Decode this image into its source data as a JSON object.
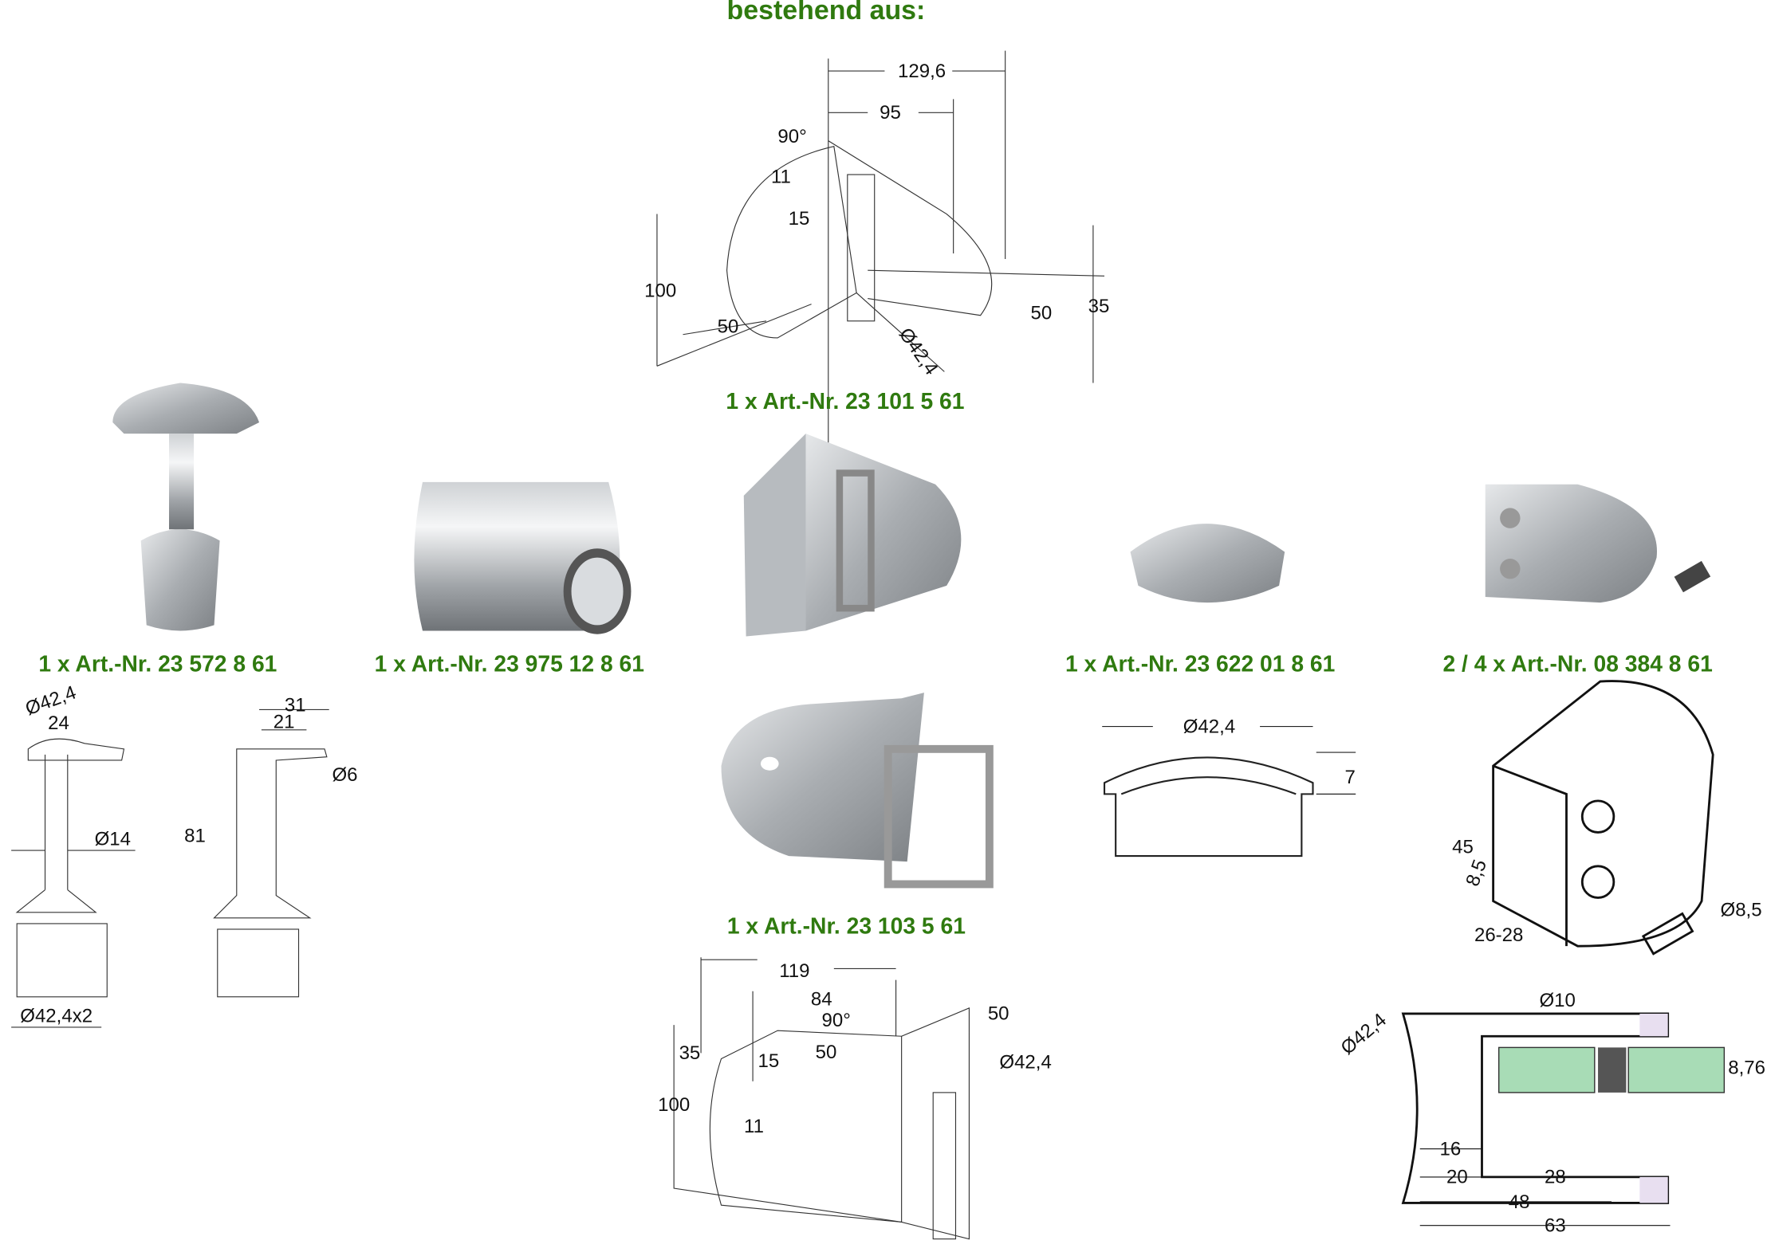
{
  "title": "bestehend aus:",
  "accent_color": "#2f7a0f",
  "products": [
    {
      "label": "1 x Art.-Nr. 23 101 5 61"
    },
    {
      "label": "1 x Art.-Nr. 23 572 8 61"
    },
    {
      "label": "1 x Art.-Nr. 23 975 12 8 61"
    },
    {
      "label": "1 x Art.-Nr. 23 622 01 8 61"
    },
    {
      "label": "2 / 4 x Art.-Nr. 08 384 8 61"
    },
    {
      "label": "1 x Art.-Nr. 23 103 5 61"
    }
  ],
  "top_bracket_dims": [
    "129,6",
    "95",
    "90°",
    "11",
    "15",
    "100",
    "50",
    "Ø42,4",
    "50",
    "35"
  ],
  "post_dims": [
    "Ø42,4",
    "24",
    "31",
    "21",
    "Ø6",
    "Ø14",
    "81",
    "Ø42,4x2"
  ],
  "cap_dims": [
    "Ø42,4",
    "7"
  ],
  "clamp_iso_dims": [
    "45",
    "8,5",
    "26-28",
    "Ø8,5"
  ],
  "clamp_section_dims": [
    "Ø10",
    "Ø42,4",
    "8,76",
    "16",
    "20",
    "28",
    "48",
    "63"
  ],
  "bottom_bracket_dims": [
    "119",
    "84",
    "90°",
    "50",
    "50",
    "35",
    "15",
    "Ø42,4",
    "100",
    "11"
  ]
}
